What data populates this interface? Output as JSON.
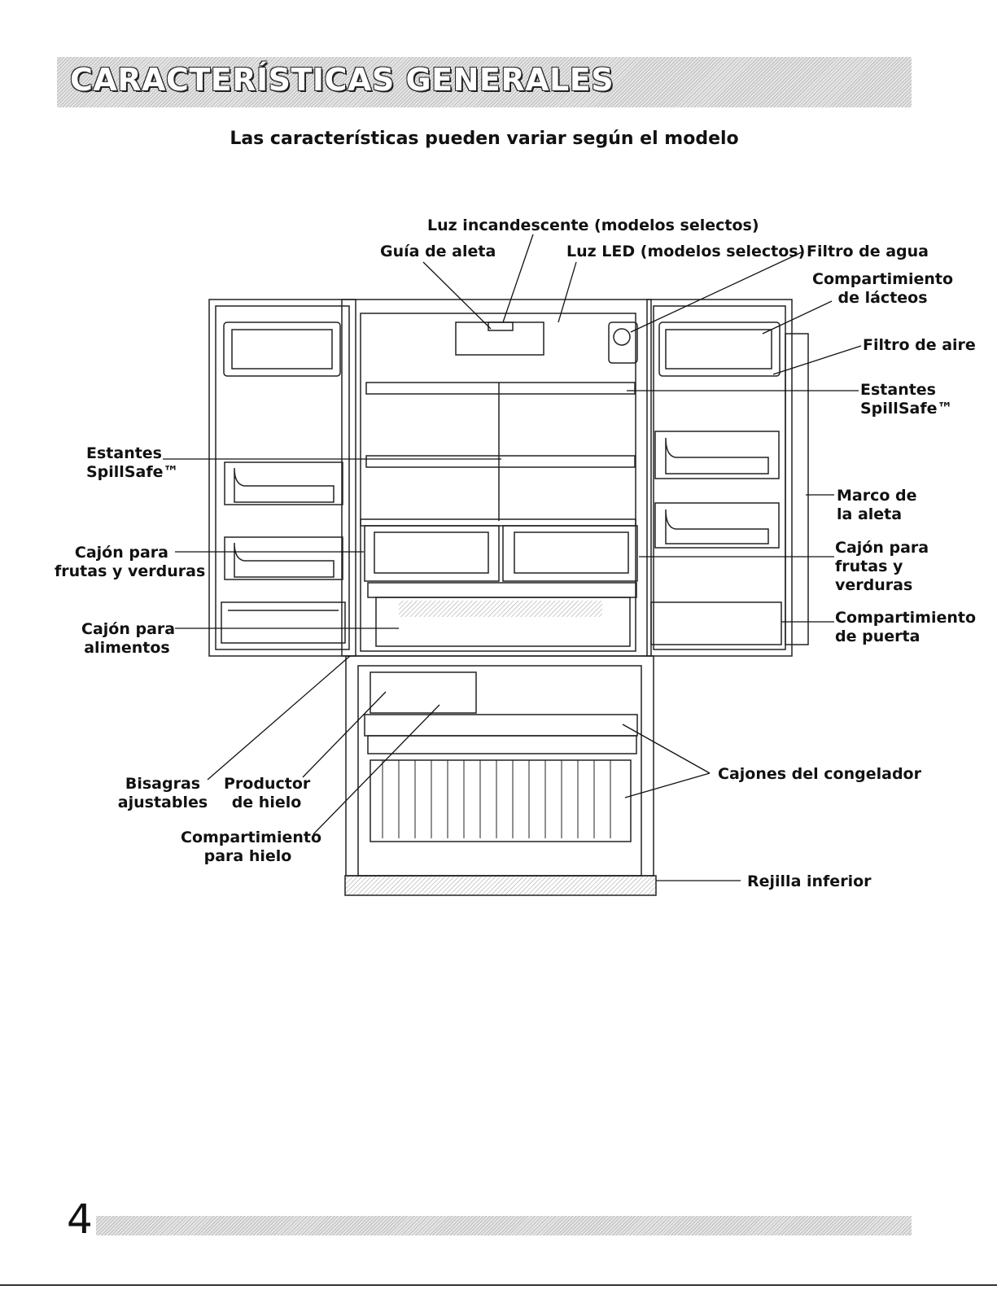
{
  "header": {
    "title": "CARACTERÍSTICAS GENERALES"
  },
  "subtitle": "Las características pueden variar según el modelo",
  "labels": {
    "luz_incandescente": "Luz incandescente (modelos selectos)",
    "guia_aleta": "Guía de aleta",
    "luz_led": "Luz LED (modelos selectos)",
    "filtro_agua": "Filtro de agua",
    "compartimiento_lacteos_1": "Compartimiento",
    "compartimiento_lacteos_2": "de lácteos",
    "filtro_aire": "Filtro de aire",
    "estantes_right_1": "Estantes",
    "estantes_right_2": "SpillSafe™",
    "estantes_left_1": "Estantes",
    "estantes_left_2": "SpillSafe™",
    "marco_aleta_1": "Marco de",
    "marco_aleta_2": "la aleta",
    "cajon_frutas_left_1": "Cajón para",
    "cajon_frutas_left_2": "frutas y verduras",
    "cajon_frutas_right_1": "Cajón para",
    "cajon_frutas_right_2": "frutas y",
    "cajon_frutas_right_3": "verduras",
    "cajon_alimentos_1": "Cajón para",
    "cajon_alimentos_2": "alimentos",
    "compartimiento_puerta_1": "Compartimiento",
    "compartimiento_puerta_2": "de puerta",
    "bisagras_1": "Bisagras",
    "bisagras_2": "ajustables",
    "productor_1": "Productor",
    "productor_2": "de hielo",
    "compartimiento_hielo_1": "Compartimiento",
    "compartimiento_hielo_2": "para hielo",
    "cajones_congelador": "Cajones del congelador",
    "rejilla_inferior": "Rejilla inferior"
  },
  "footer": {
    "page_number": "4"
  }
}
